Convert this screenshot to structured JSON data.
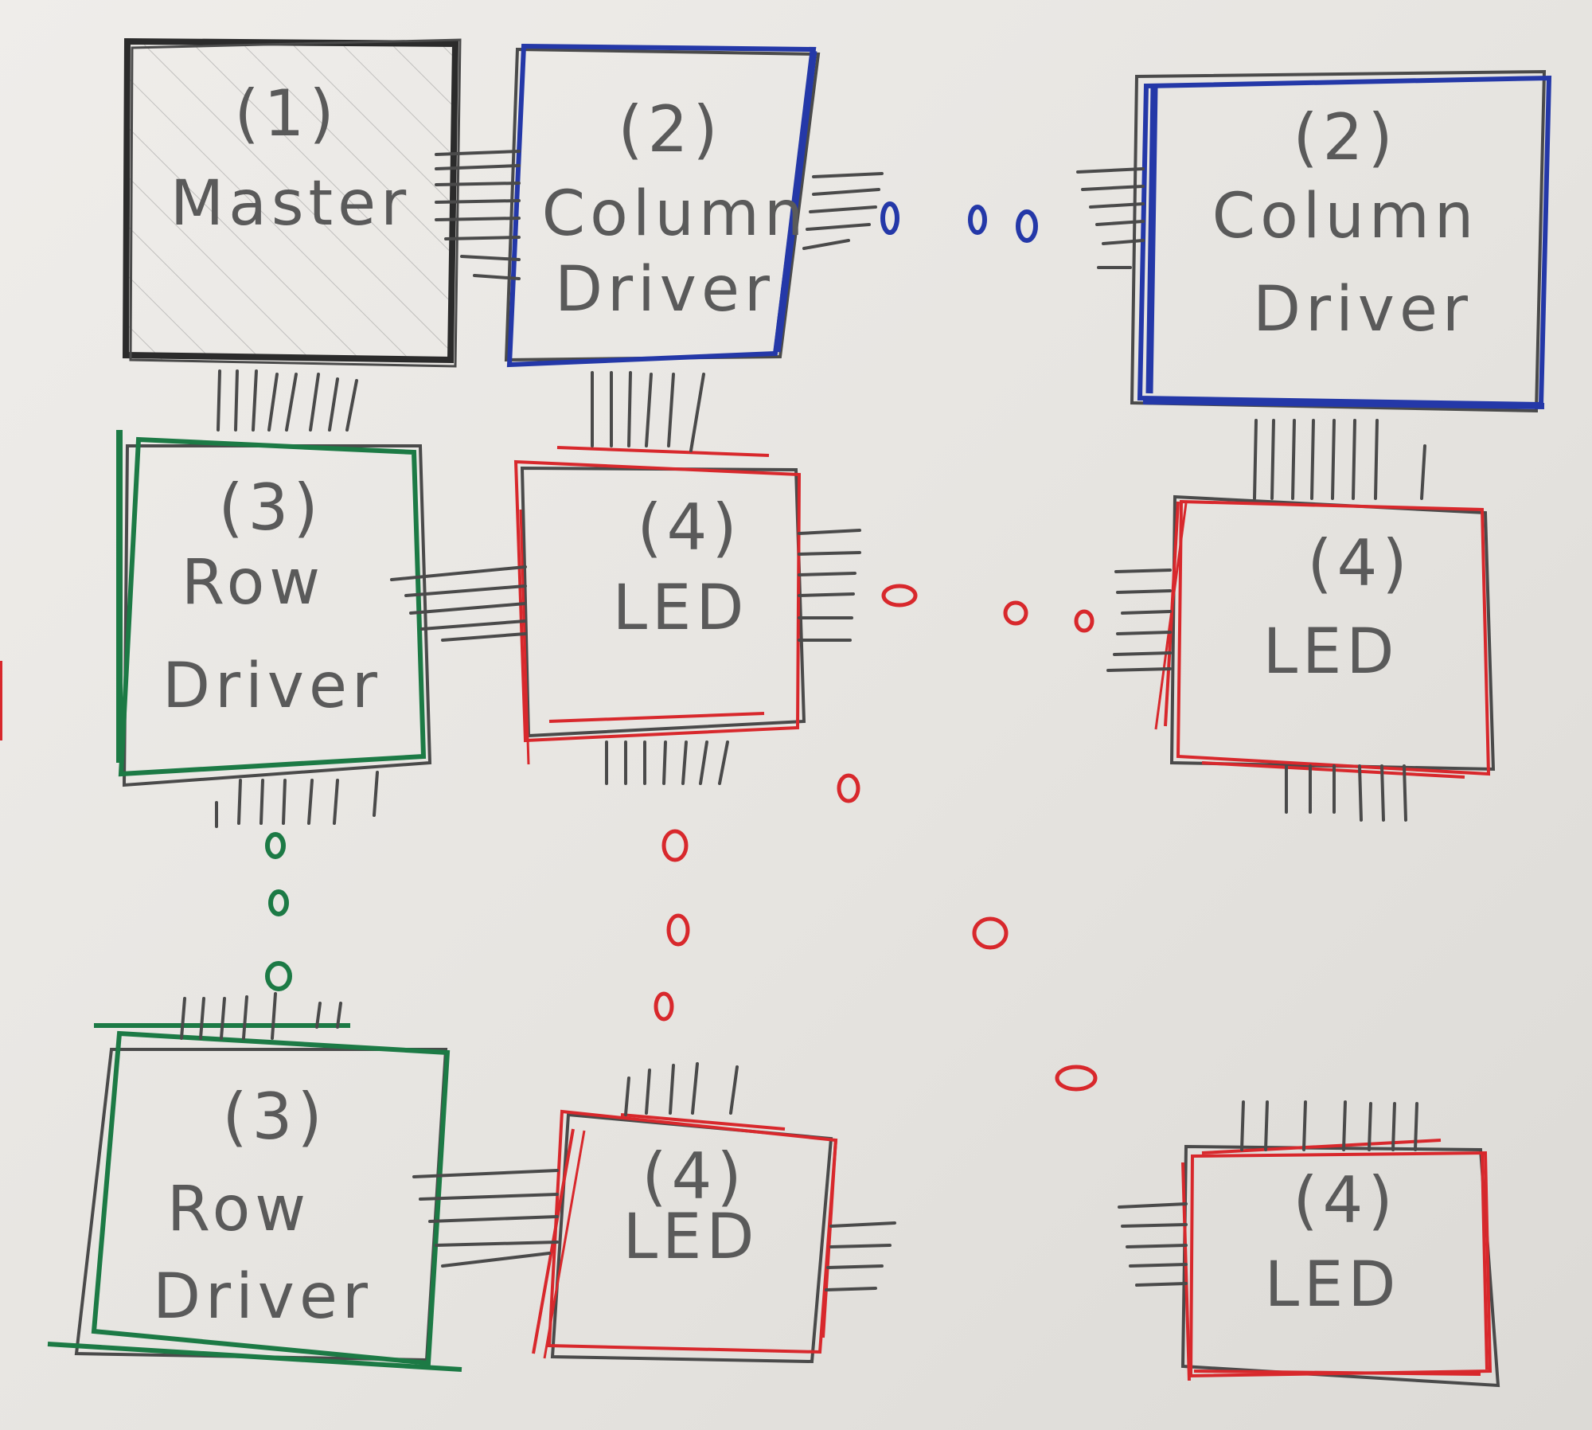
{
  "colors": {
    "paper": "#e9e7e3",
    "pencil": "#4a4a4a",
    "master": "#2b2b2b",
    "column": "#2438a8",
    "row": "#1c7a45",
    "led": "#d8282c"
  },
  "boxes": {
    "master": {
      "num": "(1)",
      "name1": "Master",
      "name2": ""
    },
    "col_a": {
      "num": "(2)",
      "name1": "Column",
      "name2": "Driver"
    },
    "col_b": {
      "num": "(2)",
      "name1": "Column",
      "name2": "Driver"
    },
    "row_a": {
      "num": "(3)",
      "name1": "Row",
      "name2": "Driver"
    },
    "led_a": {
      "num": "(4)",
      "name1": "LED",
      "name2": ""
    },
    "led_b": {
      "num": "(4)",
      "name1": "LED",
      "name2": ""
    },
    "row_b": {
      "num": "(3)",
      "name1": "Row",
      "name2": "Driver"
    },
    "led_c": {
      "num": "(4)",
      "name1": "LED",
      "name2": ""
    },
    "led_d": {
      "num": "(4)",
      "name1": "LED",
      "name2": ""
    }
  }
}
